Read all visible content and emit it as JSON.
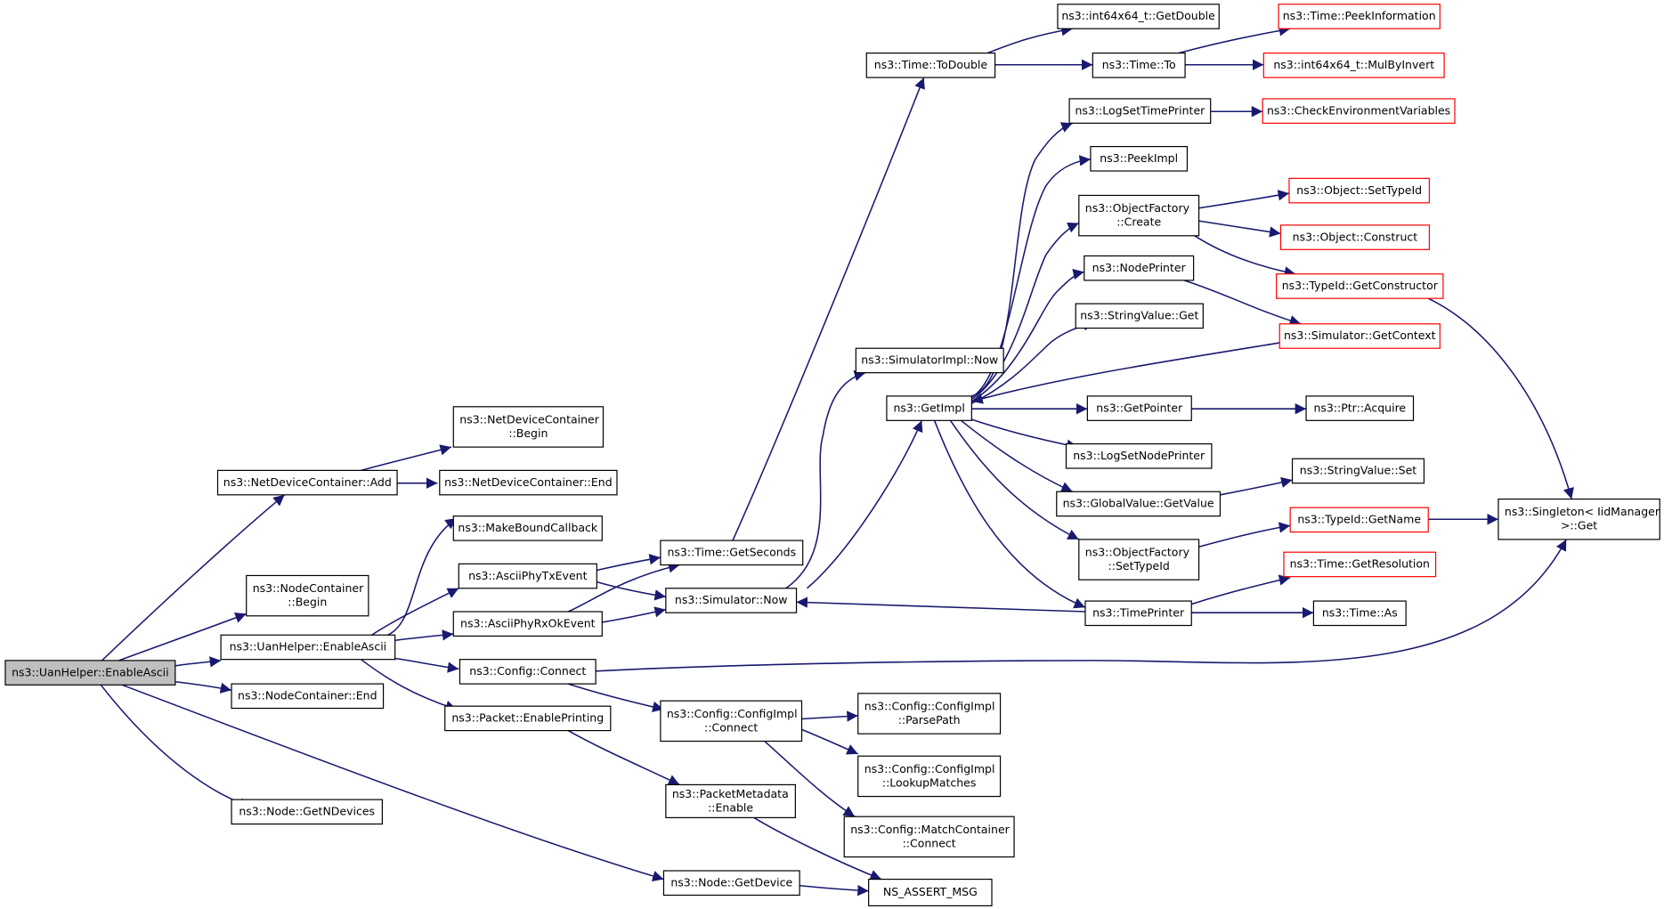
{
  "graph": {
    "title": "",
    "colors": {
      "edge": "#191970",
      "border": "#000000",
      "truncated_border": "#ff0000",
      "root_fill": "#bfbfbf",
      "fill": "#ffffff"
    },
    "nodes": [
      {
        "id": "n1",
        "lines": [
          "ns3::UanHelper::EnableAscii"
        ],
        "root": true
      },
      {
        "id": "n2",
        "lines": [
          "ns3::NetDeviceContainer::Add"
        ]
      },
      {
        "id": "n3",
        "lines": [
          "ns3::NetDeviceContainer",
          "::Begin"
        ]
      },
      {
        "id": "n4",
        "lines": [
          "ns3::NetDeviceContainer::End"
        ]
      },
      {
        "id": "n5",
        "lines": [
          "ns3::NodeContainer",
          "::Begin"
        ]
      },
      {
        "id": "n6",
        "lines": [
          "ns3::UanHelper::EnableAscii"
        ]
      },
      {
        "id": "n7",
        "lines": [
          "ns3::MakeBoundCallback"
        ]
      },
      {
        "id": "n8",
        "lines": [
          "ns3::AsciiPhyTxEvent"
        ]
      },
      {
        "id": "n9",
        "lines": [
          "ns3::AsciiPhyRxOkEvent"
        ]
      },
      {
        "id": "n10",
        "lines": [
          "ns3::Config::Connect"
        ]
      },
      {
        "id": "n11",
        "lines": [
          "ns3::Packet::EnablePrinting"
        ]
      },
      {
        "id": "n12",
        "lines": [
          "ns3::NodeContainer::End"
        ]
      },
      {
        "id": "n13",
        "lines": [
          "ns3::Node::GetNDevices"
        ]
      },
      {
        "id": "n14",
        "lines": [
          "ns3::Node::GetDevice"
        ]
      },
      {
        "id": "n15",
        "lines": [
          "ns3::Time::GetSeconds"
        ]
      },
      {
        "id": "n16",
        "lines": [
          "ns3::Simulator::Now"
        ]
      },
      {
        "id": "n17",
        "lines": [
          "ns3::Config::ConfigImpl",
          "::Connect"
        ]
      },
      {
        "id": "n18",
        "lines": [
          "ns3::PacketMetadata",
          "::Enable"
        ]
      },
      {
        "id": "n19",
        "lines": [
          "NS_ASSERT_MSG"
        ]
      },
      {
        "id": "n20",
        "lines": [
          "ns3::Time::ToDouble"
        ]
      },
      {
        "id": "n21",
        "lines": [
          "ns3::SimulatorImpl::Now"
        ]
      },
      {
        "id": "n22",
        "lines": [
          "ns3::GetImpl"
        ]
      },
      {
        "id": "n23",
        "lines": [
          "ns3::Config::ConfigImpl",
          "::ParsePath"
        ]
      },
      {
        "id": "n24",
        "lines": [
          "ns3::Config::ConfigImpl",
          "::LookupMatches"
        ]
      },
      {
        "id": "n25",
        "lines": [
          "ns3::Config::MatchContainer",
          "::Connect"
        ]
      },
      {
        "id": "n26",
        "lines": [
          "ns3::int64x64_t::GetDouble"
        ]
      },
      {
        "id": "n27",
        "lines": [
          "ns3::Time::To"
        ]
      },
      {
        "id": "n28",
        "lines": [
          "ns3::LogSetTimePrinter"
        ]
      },
      {
        "id": "n29",
        "lines": [
          "ns3::PeekImpl"
        ]
      },
      {
        "id": "n30",
        "lines": [
          "ns3::ObjectFactory",
          "::Create"
        ]
      },
      {
        "id": "n31",
        "lines": [
          "ns3::NodePrinter"
        ]
      },
      {
        "id": "n32",
        "lines": [
          "ns3::StringValue::Get"
        ]
      },
      {
        "id": "n33",
        "lines": [
          "ns3::GetPointer"
        ]
      },
      {
        "id": "n34",
        "lines": [
          "ns3::LogSetNodePrinter"
        ]
      },
      {
        "id": "n35",
        "lines": [
          "ns3::GlobalValue::GetValue"
        ]
      },
      {
        "id": "n36",
        "lines": [
          "ns3::ObjectFactory",
          "::SetTypeId"
        ]
      },
      {
        "id": "n37",
        "lines": [
          "ns3::TimePrinter"
        ]
      },
      {
        "id": "n38",
        "lines": [
          "ns3::Time::PeekInformation"
        ],
        "truncated": true
      },
      {
        "id": "n39",
        "lines": [
          "ns3::int64x64_t::MulByInvert"
        ],
        "truncated": true
      },
      {
        "id": "n40",
        "lines": [
          "ns3::CheckEnvironmentVariables"
        ],
        "truncated": true
      },
      {
        "id": "n41",
        "lines": [
          "ns3::Object::SetTypeId"
        ],
        "truncated": true
      },
      {
        "id": "n42",
        "lines": [
          "ns3::Object::Construct"
        ],
        "truncated": true
      },
      {
        "id": "n43",
        "lines": [
          "ns3::TypeId::GetConstructor"
        ],
        "truncated": true
      },
      {
        "id": "n44",
        "lines": [
          "ns3::Simulator::GetContext"
        ],
        "truncated": true
      },
      {
        "id": "n45",
        "lines": [
          "ns3::Ptr::Acquire"
        ]
      },
      {
        "id": "n46",
        "lines": [
          "ns3::StringValue::Set"
        ]
      },
      {
        "id": "n47",
        "lines": [
          "ns3::TypeId::GetName"
        ],
        "truncated": true
      },
      {
        "id": "n48",
        "lines": [
          "ns3::Time::GetResolution"
        ],
        "truncated": true
      },
      {
        "id": "n49",
        "lines": [
          "ns3::Time::As"
        ]
      },
      {
        "id": "n50",
        "lines": [
          "ns3::Singleton< IidManager",
          ">::Get"
        ]
      }
    ],
    "edges": [
      {
        "from": "n1",
        "to": "n2"
      },
      {
        "from": "n1",
        "to": "n5"
      },
      {
        "from": "n1",
        "to": "n6"
      },
      {
        "from": "n1",
        "to": "n12"
      },
      {
        "from": "n1",
        "to": "n13"
      },
      {
        "from": "n1",
        "to": "n14"
      },
      {
        "from": "n2",
        "to": "n3"
      },
      {
        "from": "n2",
        "to": "n4"
      },
      {
        "from": "n6",
        "to": "n7"
      },
      {
        "from": "n6",
        "to": "n8"
      },
      {
        "from": "n6",
        "to": "n9"
      },
      {
        "from": "n6",
        "to": "n10"
      },
      {
        "from": "n6",
        "to": "n11"
      },
      {
        "from": "n8",
        "to": "n15"
      },
      {
        "from": "n8",
        "to": "n16"
      },
      {
        "from": "n9",
        "to": "n15"
      },
      {
        "from": "n9",
        "to": "n16"
      },
      {
        "from": "n10",
        "to": "n17"
      },
      {
        "from": "n10",
        "to": "n50"
      },
      {
        "from": "n11",
        "to": "n18"
      },
      {
        "from": "n14",
        "to": "n19"
      },
      {
        "from": "n18",
        "to": "n19"
      },
      {
        "from": "n15",
        "to": "n20"
      },
      {
        "from": "n16",
        "to": "n21"
      },
      {
        "from": "n16",
        "to": "n22"
      },
      {
        "from": "n17",
        "to": "n23"
      },
      {
        "from": "n17",
        "to": "n24"
      },
      {
        "from": "n17",
        "to": "n25"
      },
      {
        "from": "n20",
        "to": "n26"
      },
      {
        "from": "n20",
        "to": "n27"
      },
      {
        "from": "n27",
        "to": "n38"
      },
      {
        "from": "n27",
        "to": "n39"
      },
      {
        "from": "n22",
        "to": "n28"
      },
      {
        "from": "n22",
        "to": "n29"
      },
      {
        "from": "n22",
        "to": "n30"
      },
      {
        "from": "n22",
        "to": "n31"
      },
      {
        "from": "n22",
        "to": "n32"
      },
      {
        "from": "n22",
        "to": "n33"
      },
      {
        "from": "n22",
        "to": "n34"
      },
      {
        "from": "n22",
        "to": "n35"
      },
      {
        "from": "n22",
        "to": "n36"
      },
      {
        "from": "n22",
        "to": "n37"
      },
      {
        "from": "n28",
        "to": "n40"
      },
      {
        "from": "n30",
        "to": "n41"
      },
      {
        "from": "n30",
        "to": "n42"
      },
      {
        "from": "n30",
        "to": "n43"
      },
      {
        "from": "n31",
        "to": "n44"
      },
      {
        "from": "n44",
        "to": "n22"
      },
      {
        "from": "n33",
        "to": "n45"
      },
      {
        "from": "n35",
        "to": "n46"
      },
      {
        "from": "n36",
        "to": "n47"
      },
      {
        "from": "n37",
        "to": "n48"
      },
      {
        "from": "n37",
        "to": "n49"
      },
      {
        "from": "n37",
        "to": "n16"
      },
      {
        "from": "n43",
        "to": "n50"
      },
      {
        "from": "n47",
        "to": "n50"
      }
    ]
  }
}
